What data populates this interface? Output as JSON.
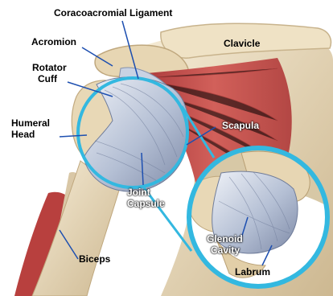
{
  "labels": {
    "coracoacromial_ligament": "Coracoacromial Ligament",
    "acromion": "Acromion",
    "clavicle": "Clavicle",
    "rotator_cuff_line1": "Rotator",
    "rotator_cuff_line2": "Cuff",
    "scapula": "Scapula",
    "humeral_head_line1": "Humeral",
    "humeral_head_line2": "Head",
    "joint_capsule_line1": "Joint",
    "joint_capsule_line2": "Capsule",
    "glenoid_cavity_line1": "Glenoid",
    "glenoid_cavity_line2": "Cavity",
    "labrum": "Labrum",
    "biceps": "Biceps"
  },
  "colors": {
    "bone": "#ede0c4",
    "bone_shade": "#c9b48f",
    "muscle": "#c94a48",
    "muscle_dark": "#8e2a2a",
    "capsule": "#aeb9cf",
    "capsule_light": "#dfe5f0",
    "highlight_ring": "#33b8e0",
    "leader_line": "#1d4fb0",
    "label_dark": "#000000",
    "label_light": "#ffffff"
  }
}
